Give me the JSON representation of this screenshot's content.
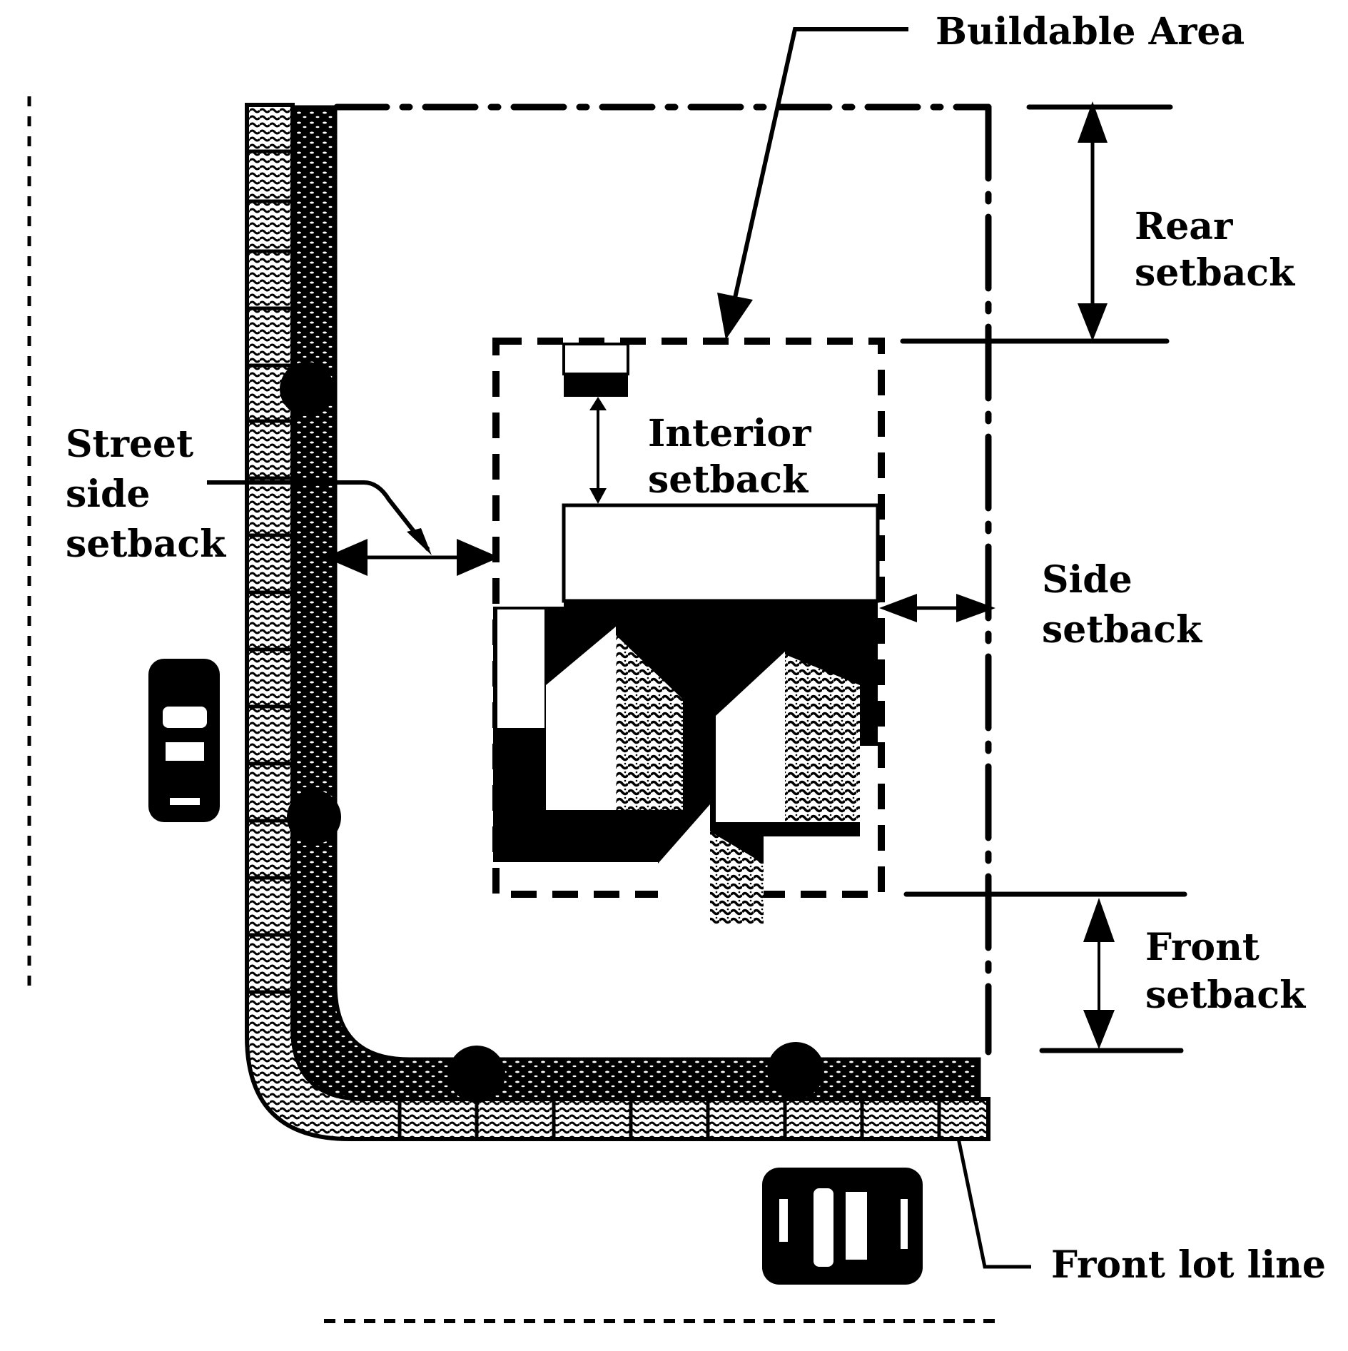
{
  "diagram": {
    "title": "Corner lot setbacks and buildable area",
    "colors": {
      "ink": "#000000",
      "paper": "#ffffff"
    },
    "labels": {
      "buildable_area": "Buildable Area",
      "rear_setback": [
        "Rear",
        "setback"
      ],
      "interior_setback": [
        "Interior",
        "setback"
      ],
      "street_side_setback": [
        "Street",
        "side",
        "setback"
      ],
      "side_setback": [
        "Side",
        "setback"
      ],
      "front_setback": [
        "Front",
        "setback"
      ],
      "front_lot_line": "Front lot line"
    },
    "elements": {
      "cars": [
        "car-parked-left-street",
        "car-on-front-street"
      ],
      "trees": 4,
      "structures": [
        "house",
        "accessory-shed"
      ]
    }
  }
}
